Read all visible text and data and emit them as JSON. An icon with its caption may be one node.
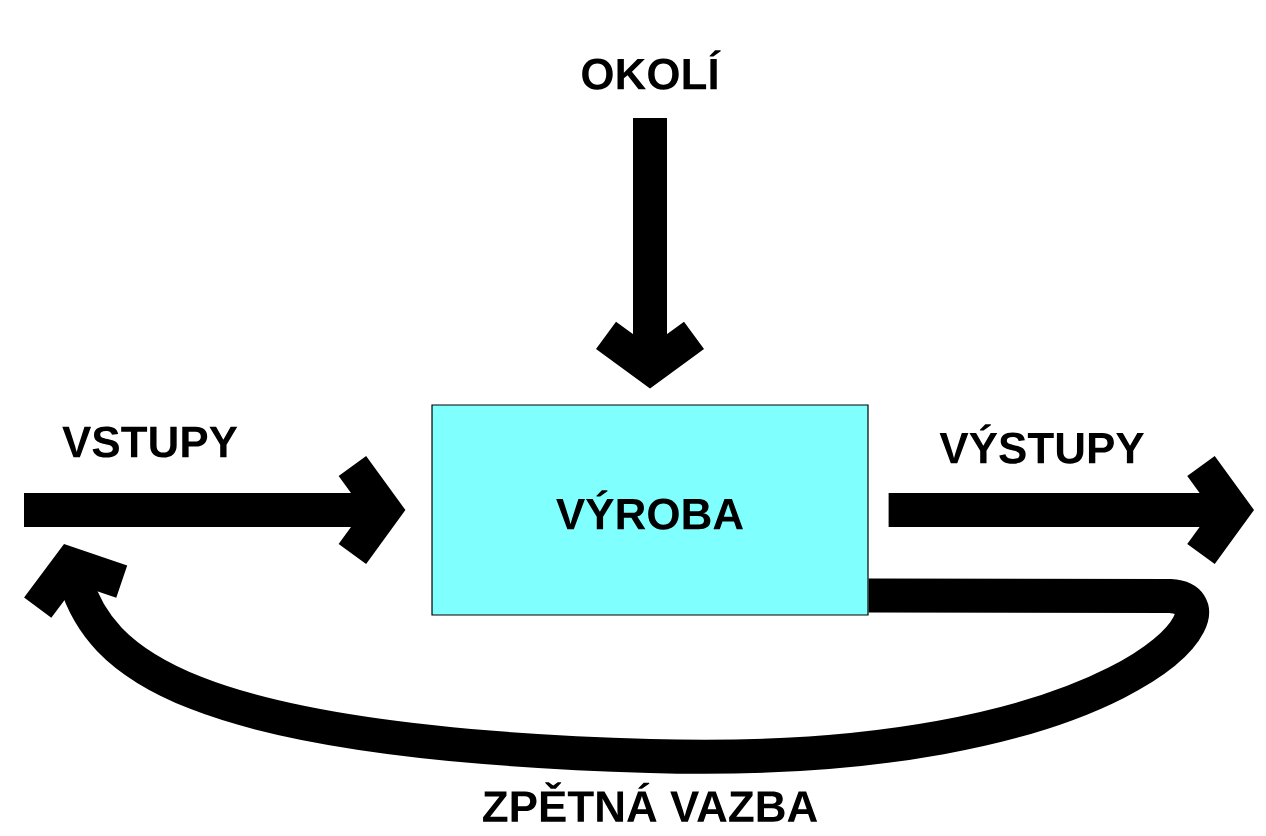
{
  "diagram": {
    "nodes": [
      {
        "text": [
          "VÝROBA"
        ]
      },
      {
        "text": [
          "OKOLÍ"
        ]
      }
    ],
    "edges": [
      {
        "from": null,
        "to": 0,
        "arrow": "to",
        "label": "VSTUPY"
      },
      {
        "from": 1,
        "to": 0,
        "arrow": "to"
      },
      {
        "from": 0,
        "to": null,
        "arrow": "to",
        "label": "VÝSTUPY"
      },
      {
        "from": 0,
        "to": null,
        "arrow": "to",
        "label": "ZPĚTNÁ VAZBA"
      }
    ]
  }
}
